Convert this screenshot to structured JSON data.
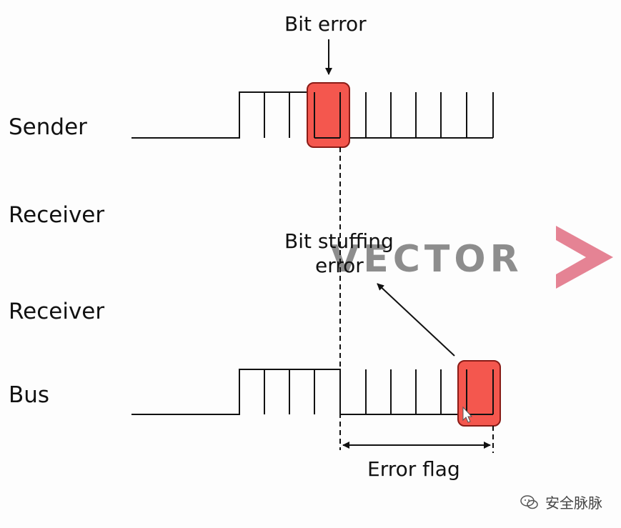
{
  "rows": {
    "sender": "Sender",
    "receiver_1": "Receiver",
    "receiver_2": "Receiver",
    "bus": "Bus"
  },
  "annotations": {
    "bit_error": "Bit error",
    "bit_stuffing_error_line1": "Bit stuffing",
    "bit_stuffing_error_line2": "error",
    "error_flag": "Error flag"
  },
  "watermark": {
    "brand": "VECTOR",
    "source": "安全脉脉"
  },
  "colors": {
    "highlight_fill": "#f4574e",
    "highlight_stroke": "#8a1b16",
    "brand_chevron": "#e06d81"
  }
}
